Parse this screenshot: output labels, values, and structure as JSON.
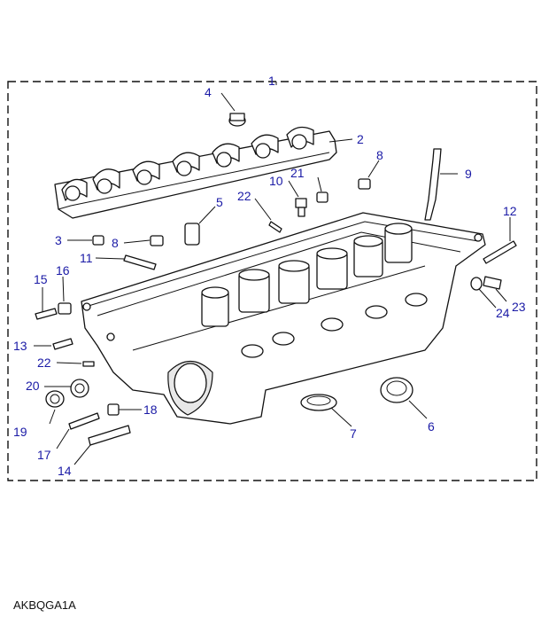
{
  "diagram_code": "AKBQGA1A",
  "assembly_callout": "1",
  "colors": {
    "callout": "#1a1aa6",
    "line": "#111111",
    "background": "#ffffff"
  },
  "callouts": [
    {
      "id": "2",
      "label": "2"
    },
    {
      "id": "3",
      "label": "3"
    },
    {
      "id": "4",
      "label": "4"
    },
    {
      "id": "5",
      "label": "5"
    },
    {
      "id": "6",
      "label": "6"
    },
    {
      "id": "7",
      "label": "7"
    },
    {
      "id": "8a",
      "label": "8"
    },
    {
      "id": "8b",
      "label": "8"
    },
    {
      "id": "9",
      "label": "9"
    },
    {
      "id": "10",
      "label": "10"
    },
    {
      "id": "11",
      "label": "11"
    },
    {
      "id": "12",
      "label": "12"
    },
    {
      "id": "13",
      "label": "13"
    },
    {
      "id": "14",
      "label": "14"
    },
    {
      "id": "15",
      "label": "15"
    },
    {
      "id": "16",
      "label": "16"
    },
    {
      "id": "17",
      "label": "17"
    },
    {
      "id": "18",
      "label": "18"
    },
    {
      "id": "19",
      "label": "19"
    },
    {
      "id": "20",
      "label": "20"
    },
    {
      "id": "21",
      "label": "21"
    },
    {
      "id": "22a",
      "label": "22"
    },
    {
      "id": "22b",
      "label": "22"
    },
    {
      "id": "23",
      "label": "23"
    },
    {
      "id": "24",
      "label": "24"
    }
  ]
}
